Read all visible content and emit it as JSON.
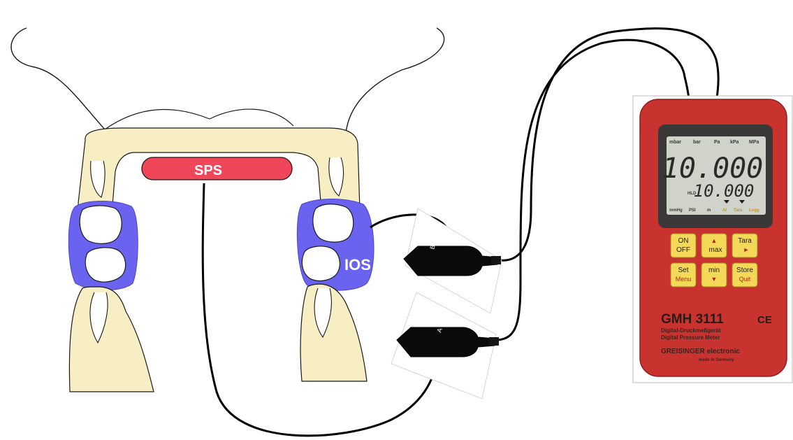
{
  "labels": {
    "sps": "SPS",
    "ios": "IOS"
  },
  "meter": {
    "units": [
      "mbar",
      "bar",
      "Pa",
      "kPa",
      "MPa"
    ],
    "main_reading": "10.000",
    "hld": "HLD",
    "sub_reading": "10.000",
    "status": [
      "mmHg",
      "PSI",
      "m",
      "Al",
      "Tara",
      "Logg"
    ],
    "buttons": {
      "on_off": [
        "ON",
        "OFF"
      ],
      "max": [
        "▲",
        "max"
      ],
      "tara": [
        "Tara",
        "►"
      ],
      "set_menu": [
        "Set",
        "Menu"
      ],
      "min": [
        "min",
        "▼"
      ],
      "store_quit": [
        "Store",
        "Quit"
      ]
    },
    "model": "GMH 3111",
    "ce_mark": "CE",
    "subtitle_de": "Digital-Druckmeßgerät",
    "subtitle_en": "Digital Pressure Meter",
    "brand": "GREISINGER electronic",
    "origin": "made in Germany"
  },
  "probes": {
    "port_b": "B",
    "port_a": "A"
  },
  "colors": {
    "tooth": "#f8eec4",
    "splint": "#6a63f0",
    "sps_pad": "#f0465a",
    "meter_body": "#c8332f",
    "lcd": "#cfd3c9",
    "keys": "#f3d957",
    "cable": "#000000"
  }
}
